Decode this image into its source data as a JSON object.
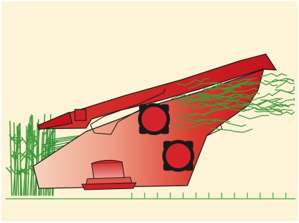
{
  "diagram": {
    "type": "cross-section illustration",
    "text_labels": [],
    "colors": {
      "background": "#fdf3d6",
      "housing_red": "#cc1f26",
      "housing_light": "#f7d3bf",
      "rotor_red": "#d4232a",
      "rotor_dark": "#1a1a1a",
      "foliage_green": "#3f9b3a",
      "ground_line": "#5ab44c",
      "outline": "#1a1a1a"
    },
    "parts": [
      "foliage-left",
      "stalks-flowing",
      "housing",
      "rotor-upper",
      "rotor-lower",
      "ground-unit",
      "debris-right",
      "ground-line"
    ],
    "rotor_count": 2,
    "ground_tick_count": 13
  }
}
